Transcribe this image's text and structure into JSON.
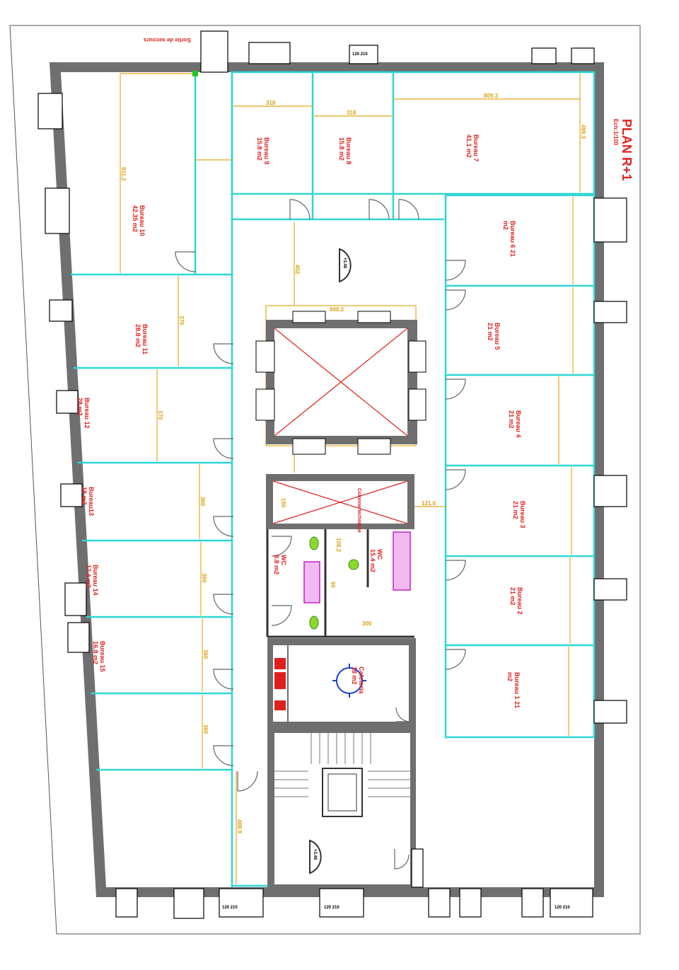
{
  "plan": {
    "title": "PLAN R+1",
    "scale": "Ech:1/100",
    "exit_note": "Sortie de secours",
    "stair_note": "+3.48"
  },
  "rooms": {
    "bureau_10": {
      "name": "Bureau 10",
      "area": "42.35 m2",
      "dim": "811.2"
    },
    "bureau_9": {
      "name": "Bureau 9",
      "area": "15.8 m2",
      "dim": "318"
    },
    "bureau_8": {
      "name": "Bureau 8",
      "area": "15.8 m2",
      "dim": "318"
    },
    "bureau_7": {
      "name": "Bureau 7",
      "area": "41.1 m2",
      "dim_w": "809.3",
      "dim_h": "499.3"
    },
    "bureau_6": {
      "name": "Bureau 6 21",
      "area": "m2"
    },
    "bureau_5": {
      "name": "Bureau 5",
      "area": "21 m2"
    },
    "bureau_4": {
      "name": "Bureau 4",
      "area": "21 m2"
    },
    "bureau_3": {
      "name": "Bureau 3",
      "area": "21 m2"
    },
    "bureau_2": {
      "name": "Bureau 2",
      "area": "21 m2"
    },
    "bureau_1": {
      "name": "Bureau 1 21",
      "area": "m2"
    },
    "bureau_11": {
      "name": "Bureau 11",
      "area": "28.8 m2",
      "dim": "370"
    },
    "bureau_12": {
      "name": "Bureau 12",
      "area": "28 m2",
      "dim": "370"
    },
    "bureau_13": {
      "name": "Bureau13",
      "area": "18 m2",
      "dim": "360"
    },
    "bureau_14": {
      "name": "Bureau 14",
      "area": "17.4 m2",
      "dim": "360"
    },
    "bureau_15": {
      "name": "Bureau 15",
      "area": "16.8 m2",
      "dim": "360"
    },
    "wc_1": {
      "name": "WC",
      "area": "8.8 m2"
    },
    "wc_2": {
      "name": "WC",
      "area": "15.4 m2"
    },
    "gaine": {
      "name": "Colonne technique"
    },
    "cuisine": {
      "name": "Cafeteria",
      "area": "18 m2"
    }
  },
  "dimensions": {
    "atrium_top": "600.2",
    "corridor_left": "402",
    "shaft_dim": "121.6",
    "lower_left": "488.9",
    "b16_dim": "360",
    "wc_a": "108.2",
    "wc_b": "300",
    "wc_c": "90",
    "gaine_dim": "150"
  },
  "window_label": "120 210"
}
